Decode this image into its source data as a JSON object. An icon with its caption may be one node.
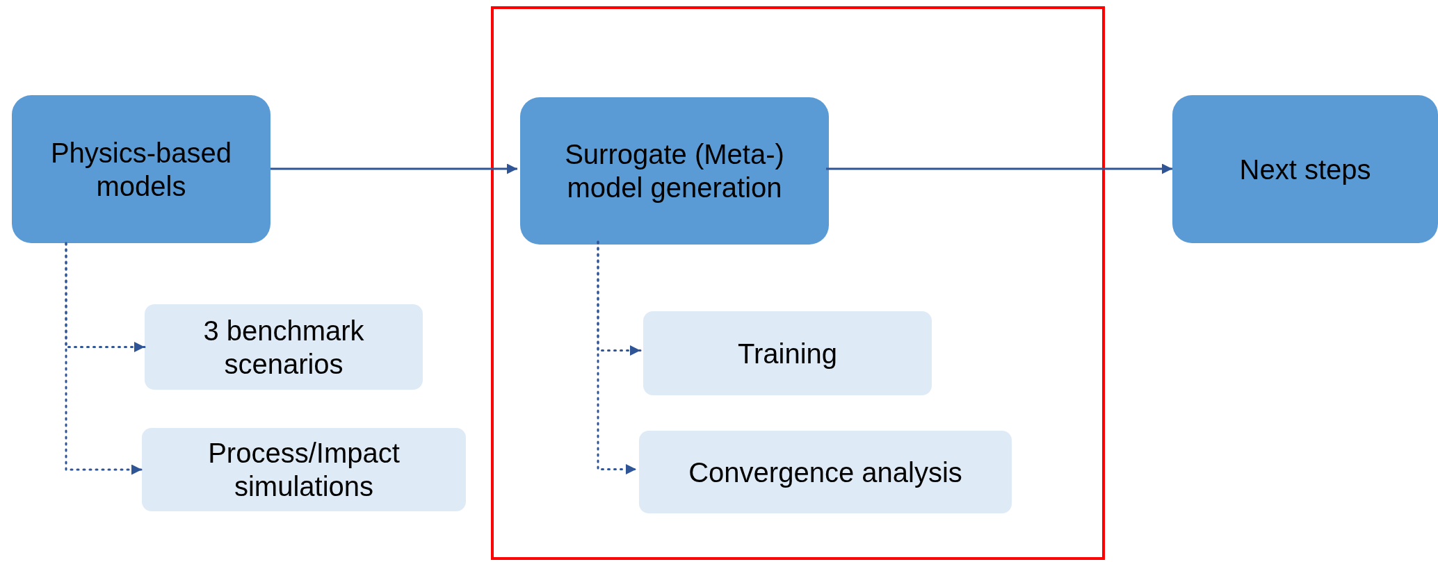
{
  "diagram": {
    "nodes": [
      {
        "text": [
          "Physics-based models"
        ]
      },
      {
        "text": [
          "3 benchmark scenarios"
        ]
      },
      {
        "text": [
          "Process/Impact simulations"
        ]
      },
      {
        "text": [],
        "shape": "box"
      },
      {
        "text": [
          "Surrogate (Meta-) model generation"
        ],
        "in": 3
      },
      {
        "text": [
          "Training"
        ],
        "in": 3
      },
      {
        "text": [
          "Convergence analysis"
        ],
        "in": 3
      },
      {
        "text": [
          "Next steps"
        ]
      }
    ],
    "edges": [
      {
        "from": 0,
        "to": 4,
        "arrow": "to"
      },
      {
        "from": 4,
        "to": 7,
        "arrow": "to"
      },
      {
        "from": 0,
        "to": 1,
        "arrow": "to",
        "style": "dashed"
      },
      {
        "from": 0,
        "to": 2,
        "arrow": "to",
        "style": "dashed"
      },
      {
        "from": 4,
        "to": 5,
        "arrow": "to",
        "style": "dashed"
      },
      {
        "from": 4,
        "to": 6,
        "arrow": "to",
        "style": "dashed"
      }
    ]
  }
}
